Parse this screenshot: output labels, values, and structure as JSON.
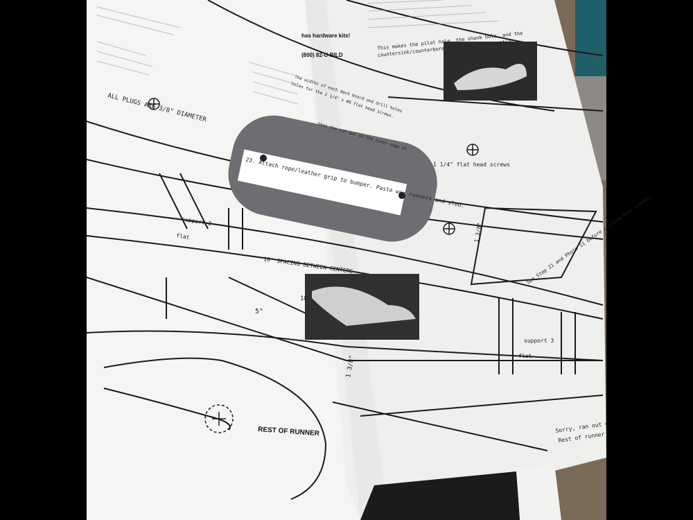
{
  "photo": {
    "subject": "woodworking-plan-sheet-sled",
    "colors": {
      "backdrop": "#000000",
      "paper": "#f7f7f5",
      "paper_shadow": "#e4e4e2",
      "ink": "#1a1a1a",
      "grip_box": "#6e6e72",
      "teal_frame": "#1f5f6a",
      "table": "#7a6a58"
    }
  },
  "plan": {
    "plugs_note": "ALL PLUGS ARE 3/8\" DIAMETER",
    "flat_head_screws": "1 1/4\" flat head screws",
    "step_23_label": "23. Attach rope/leather grip to bumper. Paste wax runners and sled.",
    "support_label_2": "support 2",
    "support_label_3": "support 3",
    "flat_label_1": "flat",
    "flat_label_2": "flat",
    "spacing_label": "10\" SPACING BETWEEN CENTERS",
    "dim_5": "5\"",
    "dim_3_3_8_a": "1 3/8\"",
    "dim_3_3_8_b": "1 3/8\"",
    "see_step_note": "See Step 21 and Photo 11 before cutting deck curves.",
    "rest_of_runner": "REST OF RUNNER",
    "sorry_note_line1": "Sorry, ran out o",
    "sorry_note_line2": "Rest of runner",
    "hardware_kits": "has hardware kits!",
    "phone": "(800) 82-U-BILD",
    "pilot_note_line1": "This makes the pilot hole, the shank hole, and the",
    "pilot_note_line2": "countersink/counterbore holes all in one motion.",
    "deck_note": "the widths of each deck board and drill holes",
    "deck_note2": "holes for the 1 1/4\" x #8 flat head screws.",
    "cutout_note": "then the cut-out on the outer edge of",
    "photo_number": "18"
  }
}
